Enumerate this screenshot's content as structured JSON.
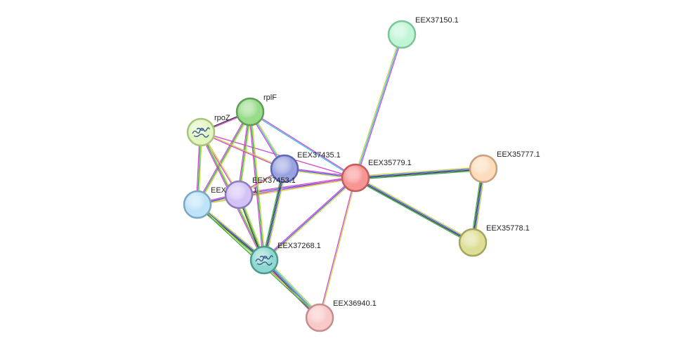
{
  "nodes": [
    {
      "id": "EEX37150.1",
      "label": "EEX37150.1",
      "fill": "#c0f5d6",
      "stroke": "#7fc39c"
    },
    {
      "id": "rplF",
      "label": "rplF",
      "fill": "#98dc8a",
      "stroke": "#5f9e54"
    },
    {
      "id": "rpoZ",
      "label": "rpoZ",
      "fill": "#e2f6c0",
      "stroke": "#a8c47e",
      "icon": "protein-structure-icon"
    },
    {
      "id": "EEX37435.1",
      "label": "EEX37435.1",
      "fill": "#9aa3e0",
      "stroke": "#5c67b5"
    },
    {
      "id": "EEX35779.1",
      "label": "EEX35779.1",
      "fill": "#f79494",
      "stroke": "#c65b5b"
    },
    {
      "id": "EEX35777.1",
      "label": "EEX35777.1",
      "fill": "#fcdcbc",
      "stroke": "#c9a07e"
    },
    {
      "id": "EEX37453.1",
      "label": "EEX37453.1",
      "fill": "#d4c2f6",
      "stroke": "#8e7bbd"
    },
    {
      "id": "EEX_left",
      "label": "EEX",
      "label_suffix": "1",
      "fill": "#bde3f9",
      "stroke": "#7ba7c2"
    },
    {
      "id": "EEX35778.1",
      "label": "EEX35778.1",
      "fill": "#dede96",
      "stroke": "#a6a55d"
    },
    {
      "id": "EEX37268.1",
      "label": "EEX37268.1",
      "fill": "#8ed8cf",
      "stroke": "#4e9a90",
      "icon": "protein-structure-icon"
    },
    {
      "id": "EEX36940.1",
      "label": "EEX36940.1",
      "fill": "#f9c8c8",
      "stroke": "#c48e8e"
    }
  ],
  "edges": [
    {
      "source": "EEX35779.1",
      "target": "EEX37150.1",
      "colors": [
        "#c8d43c",
        "#2fb8e0",
        "#d23cd2"
      ]
    },
    {
      "source": "EEX35779.1",
      "target": "EEX35777.1",
      "colors": [
        "#c8d43c",
        "#3a55d8",
        "#2a2a2a",
        "#2aa84a"
      ]
    },
    {
      "source": "EEX35779.1",
      "target": "EEX35778.1",
      "colors": [
        "#c8d43c",
        "#3a55d8",
        "#2a2a2a",
        "#2aa84a"
      ]
    },
    {
      "source": "EEX35777.1",
      "target": "EEX35778.1",
      "colors": [
        "#c8d43c",
        "#3a55d8",
        "#2a2a2a",
        "#2aa84a"
      ]
    },
    {
      "source": "EEX35779.1",
      "target": "EEX36940.1",
      "colors": [
        "#c8d43c",
        "#d23cd2"
      ]
    },
    {
      "source": "EEX35779.1",
      "target": "EEX37268.1",
      "colors": [
        "#c8d43c",
        "#3a55d8",
        "#d23cd2"
      ]
    },
    {
      "source": "EEX35779.1",
      "target": "EEX37435.1",
      "colors": [
        "#c8d43c",
        "#3a55d8",
        "#d23cd2"
      ]
    },
    {
      "source": "EEX35779.1",
      "target": "EEX37453.1",
      "colors": [
        "#c8d43c",
        "#3a55d8",
        "#d23cd2"
      ]
    },
    {
      "source": "EEX35779.1",
      "target": "EEX_left",
      "colors": [
        "#c8d43c",
        "#d23cd2"
      ]
    },
    {
      "source": "EEX35779.1",
      "target": "rplF",
      "colors": [
        "#2fb8e0",
        "#d23cd2"
      ]
    },
    {
      "source": "EEX35779.1",
      "target": "rpoZ",
      "colors": [
        "#d23cd2"
      ]
    },
    {
      "source": "rplF",
      "target": "rpoZ",
      "colors": [
        "#d23cd2",
        "#2a2a2a"
      ]
    },
    {
      "source": "rplF",
      "target": "EEX37435.1",
      "colors": [
        "#c8d43c",
        "#2fb8e0",
        "#d23cd2"
      ]
    },
    {
      "source": "rplF",
      "target": "EEX37453.1",
      "colors": [
        "#c8d43c",
        "#2aa84a",
        "#d23cd2"
      ]
    },
    {
      "source": "rplF",
      "target": "EEX_left",
      "colors": [
        "#c8d43c",
        "#2aa84a",
        "#d23cd2"
      ]
    },
    {
      "source": "rplF",
      "target": "EEX37268.1",
      "colors": [
        "#c8d43c",
        "#2aa84a",
        "#d23cd2"
      ]
    },
    {
      "source": "rpoZ",
      "target": "EEX37435.1",
      "colors": [
        "#c8d43c",
        "#d23cd2"
      ]
    },
    {
      "source": "rpoZ",
      "target": "EEX37453.1",
      "colors": [
        "#c8d43c",
        "#d23cd2"
      ]
    },
    {
      "source": "rpoZ",
      "target": "EEX_left",
      "colors": [
        "#c8d43c",
        "#2aa84a",
        "#d23cd2"
      ]
    },
    {
      "source": "rpoZ",
      "target": "EEX37268.1",
      "colors": [
        "#c8d43c",
        "#2aa84a",
        "#d23cd2"
      ]
    },
    {
      "source": "EEX37435.1",
      "target": "EEX37268.1",
      "colors": [
        "#c8d43c",
        "#3a55d8",
        "#2a2a2a",
        "#2aa84a"
      ]
    },
    {
      "source": "EEX37435.1",
      "target": "EEX37453.1",
      "colors": [
        "#c8d43c",
        "#d23cd2"
      ]
    },
    {
      "source": "EEX37453.1",
      "target": "EEX_left",
      "colors": [
        "#c8d43c",
        "#3a55d8",
        "#d23cd2"
      ]
    },
    {
      "source": "EEX37453.1",
      "target": "EEX37268.1",
      "colors": [
        "#c8d43c",
        "#2aa84a",
        "#2a2a2a"
      ]
    },
    {
      "source": "EEX_left",
      "target": "EEX37268.1",
      "colors": [
        "#c8d43c",
        "#3a55d8",
        "#2a2a2a",
        "#2aa84a"
      ]
    },
    {
      "source": "EEX37268.1",
      "target": "EEX36940.1",
      "colors": [
        "#c8d43c",
        "#2fb8e0",
        "#3a55d8",
        "#2a2a2a",
        "#d23cd2"
      ]
    },
    {
      "source": "EEX_left",
      "target": "EEX36940.1",
      "colors": [
        "#c8d43c",
        "#2aa84a"
      ]
    }
  ]
}
